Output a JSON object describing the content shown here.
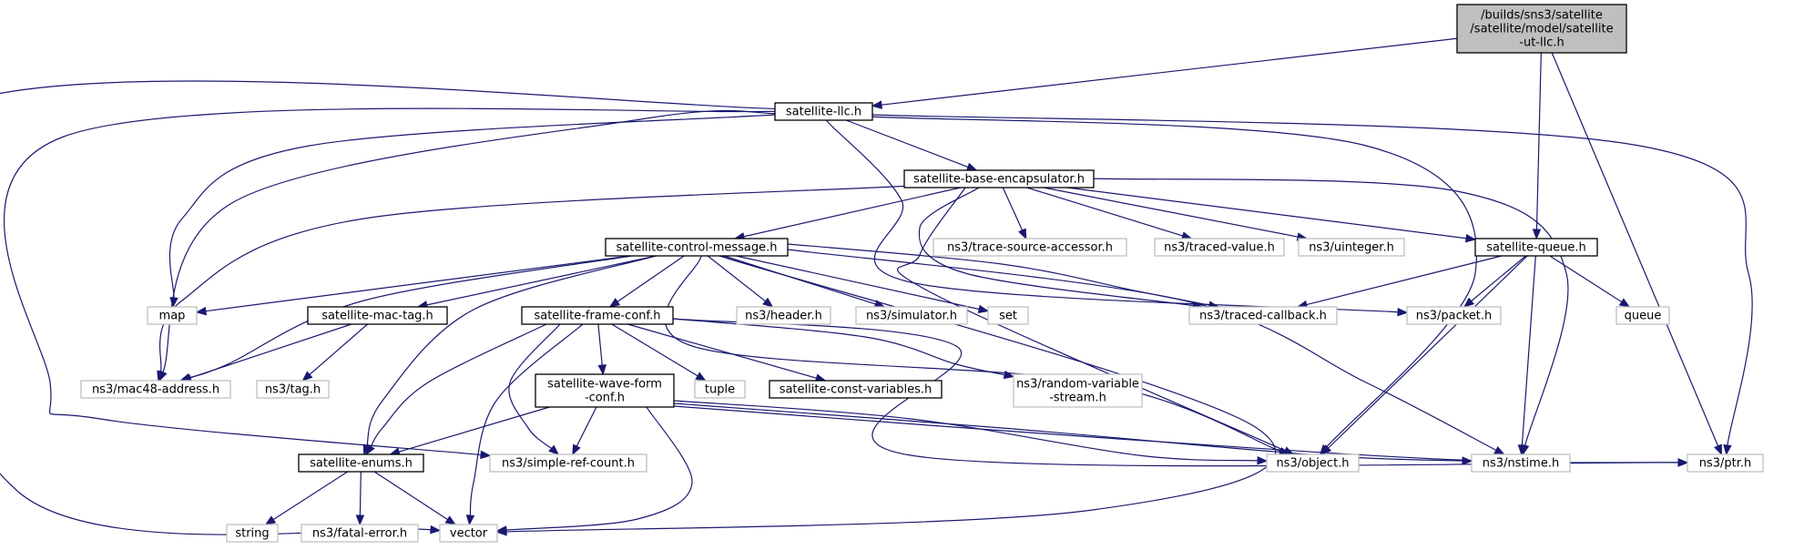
{
  "diagram": {
    "nodes": [
      {
        "id": "root",
        "lines": [
          "/builds/sns3/satellite",
          "/satellite/model/satellite",
          "-ut-llc.h"
        ],
        "style": "root"
      },
      {
        "id": "llc",
        "lines": [
          "satellite-llc.h"
        ],
        "style": "primary"
      },
      {
        "id": "base_enc",
        "lines": [
          "satellite-base-encapsulator.h"
        ],
        "style": "primary"
      },
      {
        "id": "queue",
        "lines": [
          "satellite-queue.h"
        ],
        "style": "primary"
      },
      {
        "id": "ctrl_msg",
        "lines": [
          "satellite-control-message.h"
        ],
        "style": "primary"
      },
      {
        "id": "frame_conf",
        "lines": [
          "satellite-frame-conf.h"
        ],
        "style": "primary"
      },
      {
        "id": "mac_tag",
        "lines": [
          "satellite-mac-tag.h"
        ],
        "style": "primary"
      },
      {
        "id": "wave_form",
        "lines": [
          "satellite-wave-form",
          "-conf.h"
        ],
        "style": "primary"
      },
      {
        "id": "const_vars",
        "lines": [
          "satellite-const-variables.h"
        ],
        "style": "primary"
      },
      {
        "id": "enums",
        "lines": [
          "satellite-enums.h"
        ],
        "style": "primary"
      },
      {
        "id": "trace_src",
        "lines": [
          "ns3/trace-source-accessor.h"
        ],
        "style": "external"
      },
      {
        "id": "traced_val",
        "lines": [
          "ns3/traced-value.h"
        ],
        "style": "external"
      },
      {
        "id": "uinteger",
        "lines": [
          "ns3/uinteger.h"
        ],
        "style": "external"
      },
      {
        "id": "map",
        "lines": [
          "map"
        ],
        "style": "external"
      },
      {
        "id": "header",
        "lines": [
          "ns3/header.h"
        ],
        "style": "external"
      },
      {
        "id": "simulator",
        "lines": [
          "ns3/simulator.h"
        ],
        "style": "external"
      },
      {
        "id": "set",
        "lines": [
          "set"
        ],
        "style": "external"
      },
      {
        "id": "traced_cb",
        "lines": [
          "ns3/traced-callback.h"
        ],
        "style": "external"
      },
      {
        "id": "packet",
        "lines": [
          "ns3/packet.h"
        ],
        "style": "external"
      },
      {
        "id": "queue_std",
        "lines": [
          "queue"
        ],
        "style": "external"
      },
      {
        "id": "mac48",
        "lines": [
          "ns3/mac48-address.h"
        ],
        "style": "external"
      },
      {
        "id": "tag",
        "lines": [
          "ns3/tag.h"
        ],
        "style": "external"
      },
      {
        "id": "tuple",
        "lines": [
          "tuple"
        ],
        "style": "external"
      },
      {
        "id": "rand_var",
        "lines": [
          "ns3/random-variable",
          "-stream.h"
        ],
        "style": "external"
      },
      {
        "id": "simple_ref",
        "lines": [
          "ns3/simple-ref-count.h"
        ],
        "style": "external"
      },
      {
        "id": "object",
        "lines": [
          "ns3/object.h"
        ],
        "style": "external"
      },
      {
        "id": "nstime",
        "lines": [
          "ns3/nstime.h"
        ],
        "style": "external"
      },
      {
        "id": "ptr",
        "lines": [
          "ns3/ptr.h"
        ],
        "style": "external"
      },
      {
        "id": "string",
        "lines": [
          "string"
        ],
        "style": "external"
      },
      {
        "id": "fatal_err",
        "lines": [
          "ns3/fatal-error.h"
        ],
        "style": "external"
      },
      {
        "id": "vector",
        "lines": [
          "vector"
        ],
        "style": "external"
      }
    ],
    "edges": [
      [
        "root",
        "llc"
      ],
      [
        "root",
        "queue"
      ],
      [
        "root",
        "ptr"
      ],
      [
        "llc",
        "base_enc"
      ],
      [
        "llc",
        "map"
      ],
      [
        "llc",
        "mac48"
      ],
      [
        "llc",
        "vector"
      ],
      [
        "llc",
        "simple_ref"
      ],
      [
        "llc",
        "object"
      ],
      [
        "llc",
        "ptr"
      ],
      [
        "llc",
        "packet"
      ],
      [
        "base_enc",
        "ctrl_msg"
      ],
      [
        "base_enc",
        "trace_src"
      ],
      [
        "base_enc",
        "traced_val"
      ],
      [
        "base_enc",
        "uinteger"
      ],
      [
        "base_enc",
        "queue"
      ],
      [
        "base_enc",
        "mac48"
      ],
      [
        "base_enc",
        "object"
      ],
      [
        "base_enc",
        "nstime"
      ],
      [
        "base_enc",
        "traced_cb"
      ],
      [
        "queue",
        "traced_cb"
      ],
      [
        "queue",
        "packet"
      ],
      [
        "queue",
        "queue_std"
      ],
      [
        "queue",
        "object"
      ],
      [
        "queue",
        "nstime"
      ],
      [
        "ctrl_msg",
        "map"
      ],
      [
        "ctrl_msg",
        "mac_tag"
      ],
      [
        "ctrl_msg",
        "frame_conf"
      ],
      [
        "ctrl_msg",
        "header"
      ],
      [
        "ctrl_msg",
        "simulator"
      ],
      [
        "ctrl_msg",
        "set"
      ],
      [
        "ctrl_msg",
        "traced_cb"
      ],
      [
        "ctrl_msg",
        "mac48"
      ],
      [
        "ctrl_msg",
        "enums"
      ],
      [
        "ctrl_msg",
        "vector"
      ],
      [
        "ctrl_msg",
        "object"
      ],
      [
        "ctrl_msg",
        "nstime"
      ],
      [
        "mac_tag",
        "mac48"
      ],
      [
        "mac_tag",
        "tag"
      ],
      [
        "frame_conf",
        "wave_form"
      ],
      [
        "frame_conf",
        "const_vars"
      ],
      [
        "frame_conf",
        "tuple"
      ],
      [
        "frame_conf",
        "rand_var"
      ],
      [
        "frame_conf",
        "enums"
      ],
      [
        "frame_conf",
        "simple_ref"
      ],
      [
        "frame_conf",
        "vector"
      ],
      [
        "frame_conf",
        "ptr"
      ],
      [
        "wave_form",
        "enums"
      ],
      [
        "wave_form",
        "simple_ref"
      ],
      [
        "wave_form",
        "vector"
      ],
      [
        "wave_form",
        "object"
      ],
      [
        "wave_form",
        "nstime"
      ],
      [
        "wave_form",
        "ptr"
      ],
      [
        "enums",
        "string"
      ],
      [
        "enums",
        "fatal_err"
      ],
      [
        "enums",
        "vector"
      ]
    ]
  },
  "colors": {
    "edge": "#191970",
    "root_fill": "#bfbfbf",
    "root_stroke": "#000000",
    "primary_stroke": "#000000",
    "external_stroke": "#bfbfbf",
    "text": "#000000",
    "background": "#ffffff"
  }
}
